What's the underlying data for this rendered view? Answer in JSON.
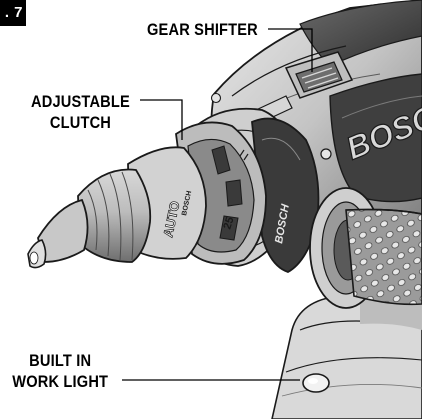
{
  "figure": {
    "number_label": ". 7"
  },
  "callouts": {
    "gear_shifter": "GEAR SHIFTER",
    "adjustable_clutch_line1": "ADJUSTABLE",
    "adjustable_clutch_line2": "CLUTCH",
    "work_light_line1": "BUILT IN",
    "work_light_line2": "WORK LIGHT"
  },
  "drill_markings": {
    "brand_housing": "BOSCH",
    "brand_handle": "BOSCH",
    "brand_chuck": "BOSCH",
    "clutch_mode": "AUTO",
    "clutch_setting": "25"
  },
  "colors": {
    "line_art": "#1a1a1a",
    "body_fill": "#cfcfcf",
    "dark_fill": "#4a4a4a",
    "mid_fill": "#9a9a9a",
    "light_fill": "#e6e6e6"
  }
}
